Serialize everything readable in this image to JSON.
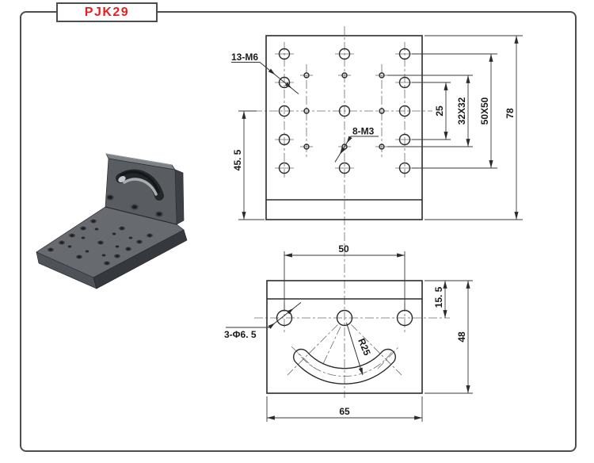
{
  "title_block": {
    "part_number": "PJK29"
  },
  "front_view": {
    "labels": {
      "m6_holes": "13-M6",
      "m3_holes": "8-M3"
    },
    "dimensions": {
      "center_to_bottom": "45. 5",
      "pitch_25": "25",
      "pitch_32": "32X32",
      "pitch_50": "50X50",
      "overall_height": "78"
    }
  },
  "bottom_view": {
    "labels": {
      "through_holes": "3-Φ6. 5",
      "slot_radius": "R25"
    },
    "dimensions": {
      "hole_pitch": "50",
      "top_to_center": "15. 5",
      "overall_height": "48",
      "overall_width": "65"
    }
  },
  "colors": {
    "part_number_red": "#e32024",
    "object_line": "#2b2b2b",
    "dimension_line": "#3a3a3a",
    "centerline": "#6b6b6b",
    "part_body_gray": "#595d62"
  }
}
